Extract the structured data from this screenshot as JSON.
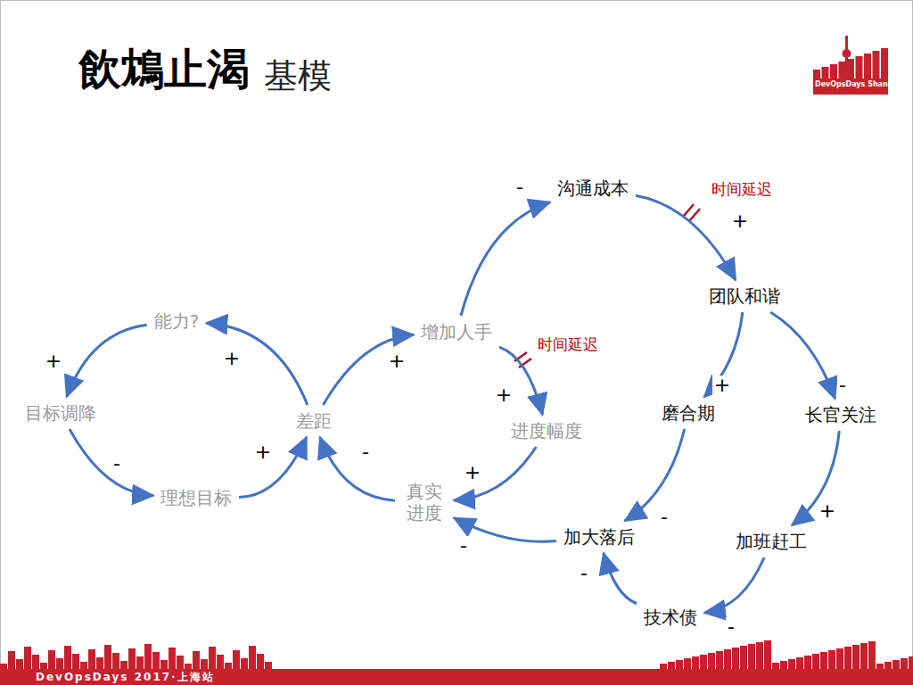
{
  "diagram": {
    "title": "飲鴆止渴",
    "nodes": [
      {
        "text": [
          "沟通成本"
        ]
      },
      {
        "text": [
          "团队和谐"
        ]
      },
      {
        "text": [
          "能力?"
        ]
      },
      {
        "text": [
          "增加人手"
        ]
      },
      {
        "text": [
          "目标调降"
        ]
      },
      {
        "text": [
          "差距"
        ]
      },
      {
        "text": [
          "磨合期"
        ]
      },
      {
        "text": [
          "长官关注"
        ]
      },
      {
        "text": [
          "进度幅度"
        ]
      },
      {
        "text": [
          "理想目标"
        ]
      },
      {
        "text": [
          "真实 进度"
        ]
      },
      {
        "text": [
          "加大落后"
        ]
      },
      {
        "text": [
          "加班赶工"
        ]
      },
      {
        "text": [
          "技术债"
        ]
      }
    ],
    "edges": [
      {
        "from": 5,
        "to": 2,
        "label": "+",
        "arrow": "to"
      },
      {
        "from": 2,
        "to": 4,
        "label": "+",
        "arrow": "to"
      },
      {
        "from": 4,
        "to": 9,
        "label": "-",
        "arrow": "to"
      },
      {
        "from": 9,
        "to": 5,
        "label": "+",
        "arrow": "to"
      },
      {
        "from": 10,
        "to": 5,
        "label": "-",
        "arrow": "to"
      },
      {
        "from": 5,
        "to": 3,
        "label": "+",
        "arrow": "to"
      },
      {
        "from": 3,
        "to": 8,
        "label": "+",
        "arrow": "to"
      },
      {
        "from": 8,
        "to": 10,
        "label": "+",
        "arrow": "to"
      },
      {
        "from": 3,
        "to": 0,
        "label": "-",
        "arrow": "to"
      },
      {
        "from": 0,
        "to": 1,
        "label": "+",
        "arrow": "to"
      },
      {
        "from": 1,
        "to": 6,
        "label": "+",
        "arrow": "to"
      },
      {
        "from": 1,
        "to": 7,
        "label": "-",
        "arrow": "to"
      },
      {
        "from": 6,
        "to": 11,
        "label": "-",
        "arrow": "to"
      },
      {
        "from": 7,
        "to": 12,
        "label": "+",
        "arrow": "to"
      },
      {
        "from": 12,
        "to": 13,
        "label": "-",
        "arrow": "to"
      },
      {
        "from": 13,
        "to": 11,
        "label": "-",
        "arrow": "to"
      },
      {
        "from": 11,
        "to": 10,
        "label": "-",
        "arrow": "to"
      }
    ],
    "labels": [
      "基模",
      "时间延迟",
      "时间延迟",
      "DevOpsDays Shanghai",
      "DevOpsDays 2017·上海站"
    ]
  }
}
